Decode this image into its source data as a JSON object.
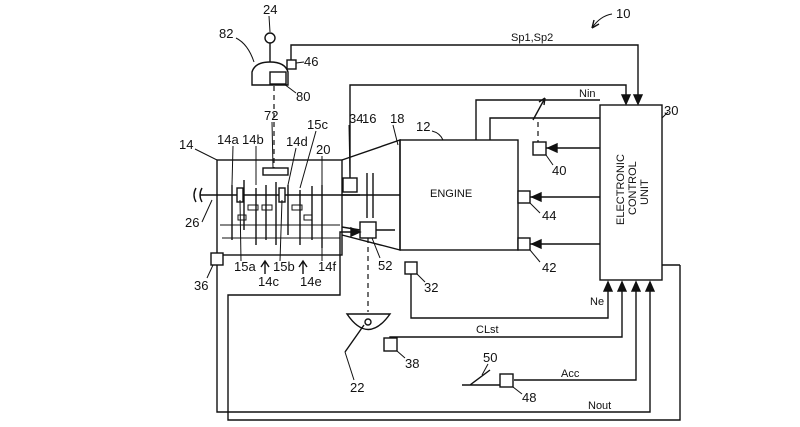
{
  "diagram": {
    "figure_number": "10",
    "engine_label": "ENGINE",
    "ecu_label_line1": "ELECTRONIC",
    "ecu_label_line2": "CONTROL",
    "ecu_label_line3": "UNIT",
    "reference_numerals": {
      "n10": "10",
      "n12": "12",
      "n14": "14",
      "n14a": "14a",
      "n14b": "14b",
      "n14c": "14c",
      "n14d": "14d",
      "n14e": "14e",
      "n14f": "14f",
      "n15a": "15a",
      "n15b": "15b",
      "n15c": "15c",
      "n16": "16",
      "n18": "18",
      "n20": "20",
      "n22": "22",
      "n24": "24",
      "n26": "26",
      "n30": "30",
      "n32": "32",
      "n34": "34",
      "n36": "36",
      "n38": "38",
      "n40": "40",
      "n42": "42",
      "n44": "44",
      "n46": "46",
      "n48": "48",
      "n50": "50",
      "n52": "52",
      "n72": "72",
      "n80": "80",
      "n82": "82"
    },
    "signals": {
      "sp": "Sp1,Sp2",
      "nin": "Nin",
      "ne": "Ne",
      "clst": "CLst",
      "acc": "Acc",
      "nout": "Nout"
    },
    "line_color": "#111111"
  }
}
